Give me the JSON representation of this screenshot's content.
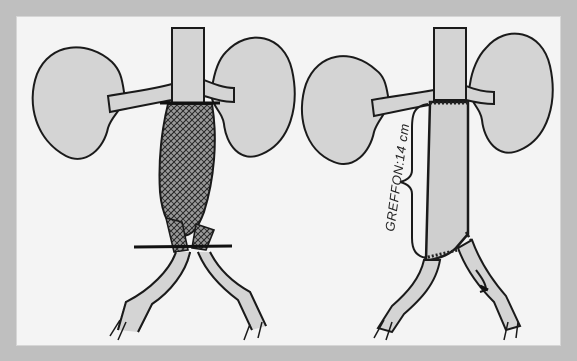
{
  "figure": {
    "background": "#bfbfbf",
    "panel_color": "#f4f4f4",
    "organ_fill": "#d4d4d4",
    "outline_color": "#1a1a1a",
    "left": {
      "elements": [
        "left-kidney",
        "right-kidney",
        "renal-veins",
        "aorta",
        "aneurysm-sac",
        "iliac-arteries",
        "proximal-clamp",
        "distal-clamp"
      ]
    },
    "right": {
      "elements": [
        "left-kidney",
        "right-kidney",
        "renal-veins",
        "aorta",
        "graft",
        "suture-lines",
        "iliac-arteries"
      ],
      "graft_label": "GREFFON:14 cm"
    }
  }
}
